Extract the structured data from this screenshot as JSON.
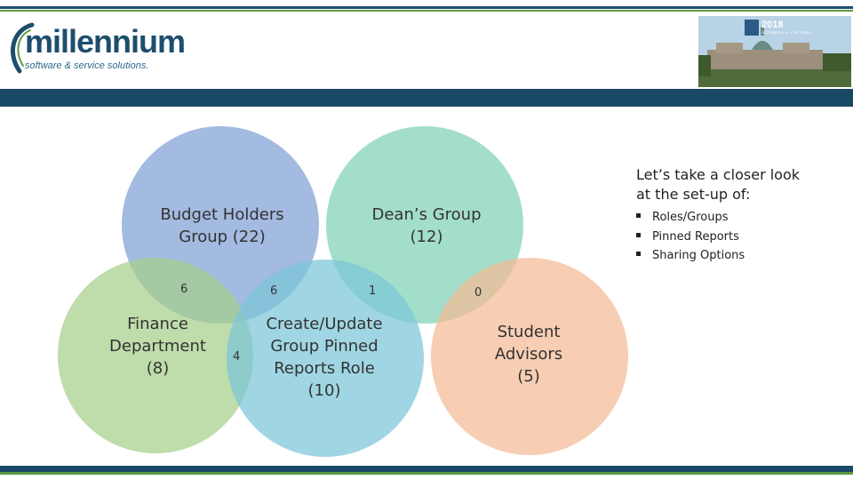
{
  "logo": {
    "name": "millennium",
    "tagline": "software & service solutions."
  },
  "conference": {
    "year": "2018",
    "subtitle": "OCTOBER 9-11 > VICTORIA"
  },
  "venn": {
    "budget": {
      "label": "Budget Holders\nGroup (22)",
      "color": "#7f9fd6"
    },
    "deans": {
      "label": "Dean’s Group\n(12)",
      "color": "#7fd1b5"
    },
    "finance": {
      "label": "Finance\nDepartment\n(8)",
      "color": "#a6ce8a"
    },
    "create": {
      "label": "Create/Update\nGroup Pinned\nReports Role\n(10)",
      "color": "#7cc6d8"
    },
    "student": {
      "label": "Student\nAdvisors\n(5)",
      "color": "#f4bb95"
    },
    "overlaps": {
      "budget_finance": "6",
      "budget_create": "6",
      "deans_create": "1",
      "deans_student": "0",
      "finance_create": "4"
    }
  },
  "side": {
    "intro": "Let’s take a closer look at the set-up of:",
    "items": [
      "Roles/Groups",
      "Pinned Reports",
      "Sharing Options"
    ]
  }
}
